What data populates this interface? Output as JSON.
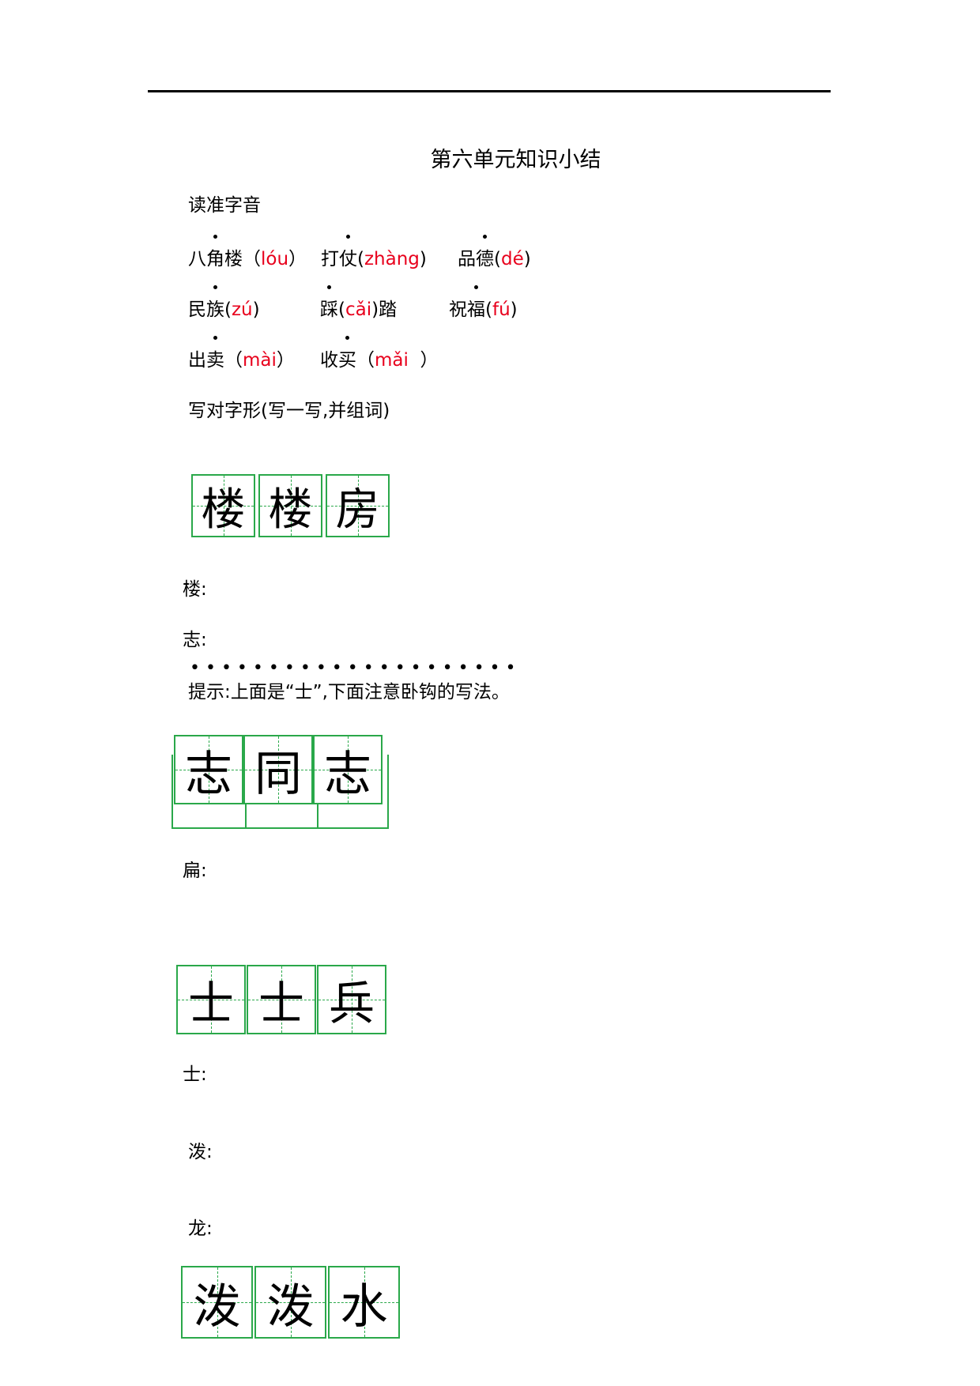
{
  "title": "第六单元知识小结",
  "section1": {
    "heading": "读准字音",
    "rows": [
      [
        {
          "pre": "八",
          "dot": "角",
          "post": "楼（",
          "py": "lóu",
          "close": "）"
        },
        {
          "pre": "打",
          "dot": "仗",
          "post": "(",
          "py": "zhàng",
          "close": ")"
        },
        {
          "pre": "品",
          "dot": "德",
          "post": "(",
          "py": "dé",
          "close": ")"
        }
      ],
      [
        {
          "pre": "民",
          "dot": "族",
          "post": "(",
          "py": "zú",
          "close": ")"
        },
        {
          "pre": "",
          "dot": "踩",
          "post": "(",
          "py": "cǎi",
          "close": ")踏"
        },
        {
          "pre": "祝",
          "dot": "福",
          "post": "(",
          "py": "fú",
          "close": ")"
        }
      ],
      [
        {
          "pre": "出",
          "dot": "卖",
          "post": "（",
          "py": "mài",
          "close": "）"
        },
        {
          "pre": "收",
          "dot": "买",
          "post": "（",
          "py": "mǎi",
          "close": "  ）"
        }
      ]
    ]
  },
  "section2": {
    "heading": "写对字形(写一写,并组词)",
    "grid1": [
      "楼",
      "楼",
      "房"
    ],
    "label_lou": "楼:",
    "label_zhi": "志:",
    "hint": "提示:上面是“士”,下面注意卧钩的写法。",
    "grid2": [
      "志",
      "同",
      "志"
    ],
    "label_bian": "扁:",
    "grid3": [
      "士",
      "士",
      "兵"
    ],
    "label_shi": "士:",
    "label_po": "泼:",
    "label_long": "龙:",
    "grid4": [
      "泼",
      "泼",
      "水"
    ]
  }
}
